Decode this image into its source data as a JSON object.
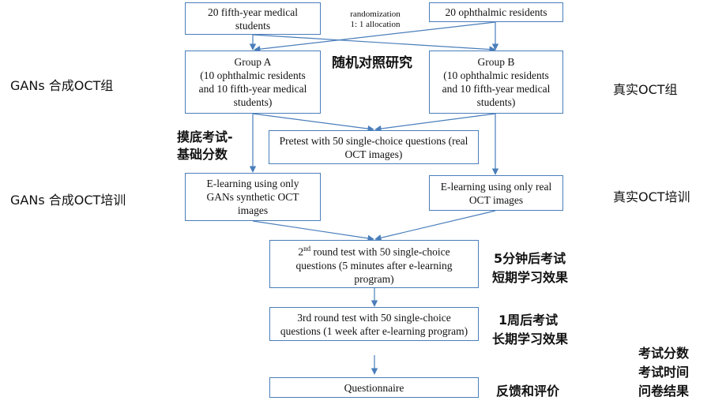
{
  "boxes": {
    "students": [
      "20 fifth-year medical",
      "students"
    ],
    "residents": [
      "20 ophthalmic residents"
    ],
    "group_a": [
      "Group A",
      "(10 ophthalmic residents",
      "and 10 fifth-year medical",
      "students)"
    ],
    "group_b": [
      "Group B",
      "(10 ophthalmic residents",
      "and 10 fifth-year medical",
      "students)"
    ],
    "pretest": [
      "Pretest with 50 single-choice questions (real",
      "OCT images)"
    ],
    "elearn_gan": [
      "E-learning using only",
      "GANs synthetic OCT",
      "images"
    ],
    "elearn_real": [
      "E-learning using only real",
      "OCT images"
    ],
    "round2": {
      "pre": "2",
      "sup": "nd",
      "post": " round test with 50 single-choice",
      "lines": [
        "questions (5 minutes after e-learning",
        "program)"
      ]
    },
    "round3": [
      "3rd round test with 50 single-choice",
      "questions (1 week after e-learning program)"
    ],
    "questionnaire": [
      "Questionnaire"
    ]
  },
  "randomization": [
    "randomization",
    "1: 1 allocation"
  ],
  "notes": {
    "rct": "随机对照研究",
    "gan_group": "GANs 合成OCT组",
    "real_group": "真实OCT组",
    "baseline": [
      "摸底考试-",
      "基础分数"
    ],
    "gan_training": "GANs 合成OCT培训",
    "real_training": "真实OCT培训",
    "short_term": [
      "5分钟后考试",
      "短期学习效果"
    ],
    "long_term": [
      "1周后考试",
      "长期学习效果"
    ],
    "feedback": "反馈和评价",
    "outcomes": [
      "考试分数",
      "考试时间",
      "问卷结果"
    ]
  }
}
